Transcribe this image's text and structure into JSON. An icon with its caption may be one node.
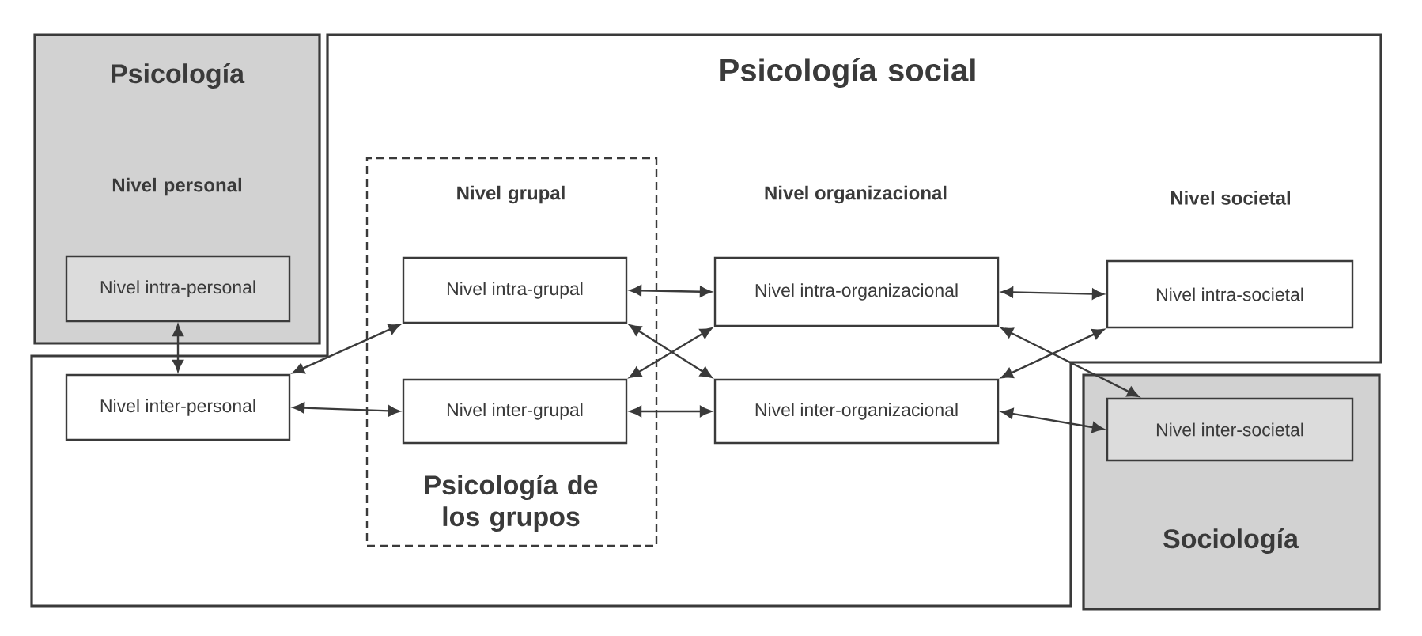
{
  "diagram": {
    "nodes": [
      {
        "text": [
          "Psicología",
          "Nivel personal"
        ]
      },
      {
        "text": [
          "Nivel intra-personal"
        ],
        "in": 0
      },
      {
        "text": [
          "Psicología social"
        ]
      },
      {
        "text": [
          "Nivel inter-personal"
        ],
        "in": 2
      },
      {
        "text": [
          "Nivel grupal",
          "Psicología de los grupos"
        ],
        "in": 2
      },
      {
        "text": [
          "Nivel intra-grupal"
        ],
        "in": 4
      },
      {
        "text": [
          "Nivel inter-grupal"
        ],
        "in": 4
      },
      {
        "text": [
          "Nivel intra-organizacional"
        ],
        "in": 2
      },
      {
        "text": [
          "Nivel inter-organizacional"
        ],
        "in": 2
      },
      {
        "text": [
          "Nivel intra-societal"
        ],
        "in": 2
      },
      {
        "text": [
          "Sociología"
        ]
      },
      {
        "text": [
          "Nivel inter-societal"
        ],
        "in": 10
      }
    ],
    "edges": [
      {
        "from": 1,
        "to": 3,
        "arrow": "both"
      },
      {
        "from": 3,
        "to": 5,
        "arrow": "both"
      },
      {
        "from": 3,
        "to": 6,
        "arrow": "both"
      },
      {
        "from": 5,
        "to": 7,
        "arrow": "both"
      },
      {
        "from": 5,
        "to": 8,
        "arrow": "both"
      },
      {
        "from": 6,
        "to": 7,
        "arrow": "both"
      },
      {
        "from": 6,
        "to": 8,
        "arrow": "both"
      },
      {
        "from": 7,
        "to": 9,
        "arrow": "both"
      },
      {
        "from": 7,
        "to": 11,
        "arrow": "both"
      },
      {
        "from": 8,
        "to": 9,
        "arrow": "both"
      },
      {
        "from": 8,
        "to": 11,
        "arrow": "both"
      }
    ],
    "labels": [
      "Nivel organizacional",
      "Nivel societal"
    ]
  }
}
